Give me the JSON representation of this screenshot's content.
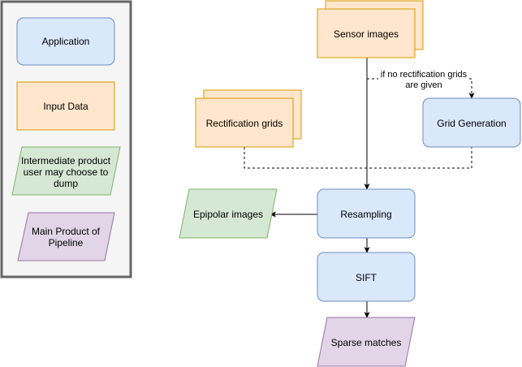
{
  "legend": {
    "application": "Application",
    "input_data": "Input Data",
    "intermediate": [
      "Intermediate product",
      "user may choose to",
      "dump"
    ],
    "main_product": [
      "Main Product of",
      "Pipeline"
    ]
  },
  "nodes": {
    "sensor_images": "Sensor images",
    "rectification_grids": "Rectification grids",
    "grid_generation": "Grid Generation",
    "resampling": "Resampling",
    "epipolar_images": "Epipolar images",
    "sift": "SIFT",
    "sparse_matches": "Sparse matches"
  },
  "edges": {
    "no_grids_condition": [
      "if no rectification grids",
      "are given"
    ]
  },
  "colors": {
    "application_fill": "#dae8fc",
    "application_stroke": "#6c8ebf",
    "input_fill": "#ffe6cc",
    "input_stroke": "#d79b00",
    "intermediate_fill": "#d5e8d4",
    "intermediate_stroke": "#82b366",
    "main_fill": "#e1d5e7",
    "main_stroke": "#9673a6",
    "legend_panel_fill": "#f5f5f5",
    "legend_panel_stroke": "#666666"
  }
}
